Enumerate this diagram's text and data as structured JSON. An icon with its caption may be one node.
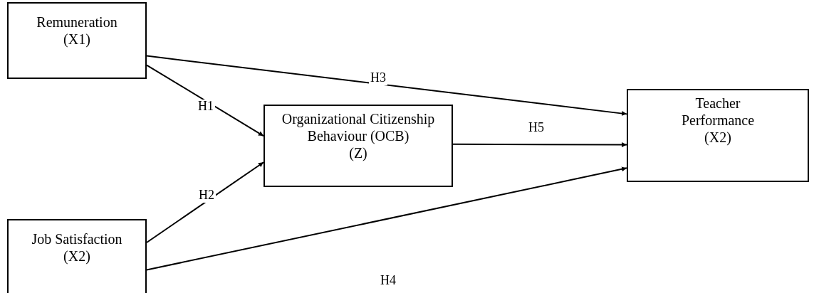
{
  "diagram": {
    "nodes": [
      {
        "text": [
          "Remuneration",
          "(X1)"
        ]
      },
      {
        "text": [
          "Job Satisfaction",
          "(X2)"
        ]
      },
      {
        "text": [
          "Organizational Citizenship Behaviour (OCB)",
          "(Z)"
        ]
      },
      {
        "text": [
          "Teacher Performance",
          "(X2)"
        ]
      }
    ],
    "edges": [
      {
        "from": 0,
        "to": 2,
        "arrow": "to",
        "label": "H1"
      },
      {
        "from": 1,
        "to": 2,
        "arrow": "to",
        "label": "H2"
      },
      {
        "from": 0,
        "to": 3,
        "arrow": "to",
        "label": "H3"
      },
      {
        "from": 1,
        "to": 3,
        "arrow": "to",
        "label": "H4"
      },
      {
        "from": 2,
        "to": 3,
        "arrow": "to",
        "label": "H5"
      }
    ]
  }
}
